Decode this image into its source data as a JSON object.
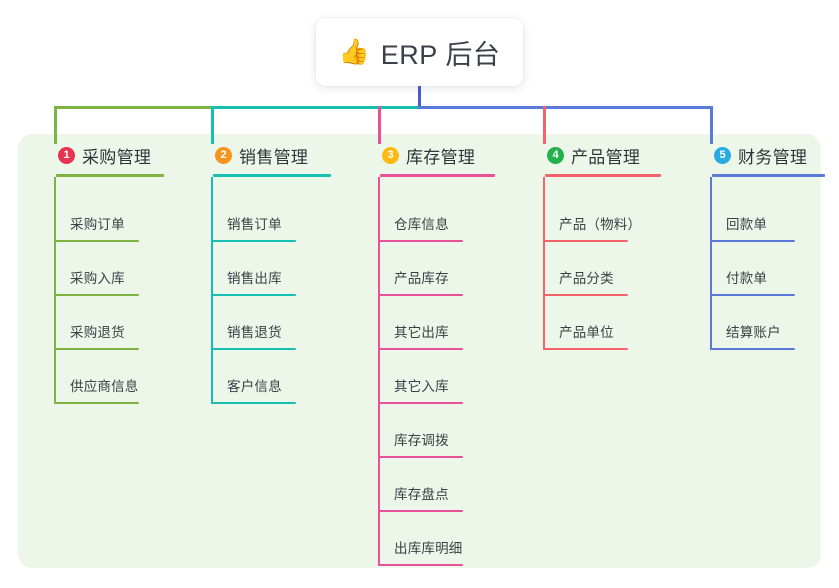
{
  "root": {
    "icon": "thumbs-up-icon",
    "icon_glyph": "👍",
    "title": "ERP 后台"
  },
  "colors": {
    "page_background": "#ffffff",
    "panel_background": "#edf7e9",
    "root_stem": "#4f5bc8",
    "branch_1_line": "#7cb342",
    "branch_2_line": "#17bfb0",
    "branch_3_line": "#e8519a",
    "branch_4_line": "#f4626a",
    "branch_5_line": "#5a79d8",
    "badge_1": "#e8344e",
    "badge_2": "#f7941e",
    "badge_3": "#fdb913",
    "badge_4": "#22b14c",
    "badge_5": "#29abe2",
    "title_text": "#30353c",
    "leaf_text": "#3a4047"
  },
  "branches": [
    {
      "number": "1",
      "title": "采购管理",
      "line_color": "#7cb342",
      "badge_color": "#e8344e",
      "leaves": [
        {
          "label": "采购订单"
        },
        {
          "label": "采购入库"
        },
        {
          "label": "采购退货"
        },
        {
          "label": "供应商信息"
        }
      ]
    },
    {
      "number": "2",
      "title": "销售管理",
      "line_color": "#17bfb0",
      "badge_color": "#f7941e",
      "leaves": [
        {
          "label": "销售订单"
        },
        {
          "label": "销售出库"
        },
        {
          "label": "销售退货"
        },
        {
          "label": "客户信息"
        }
      ]
    },
    {
      "number": "3",
      "title": "库存管理",
      "line_color": "#e8519a",
      "badge_color": "#fdb913",
      "leaves": [
        {
          "label": "仓库信息"
        },
        {
          "label": "产品库存"
        },
        {
          "label": "其它出库"
        },
        {
          "label": "其它入库"
        },
        {
          "label": "库存调拨"
        },
        {
          "label": "库存盘点"
        },
        {
          "label": "出库库明细"
        }
      ]
    },
    {
      "number": "4",
      "title": "产品管理",
      "line_color": "#f4626a",
      "badge_color": "#22b14c",
      "leaves": [
        {
          "label": "产品（物料）"
        },
        {
          "label": "产品分类"
        },
        {
          "label": "产品单位"
        }
      ]
    },
    {
      "number": "5",
      "title": "财务管理",
      "line_color": "#5a79d8",
      "badge_color": "#29abe2",
      "leaves": [
        {
          "label": "回款单"
        },
        {
          "label": "付款单"
        },
        {
          "label": "结算账户"
        }
      ]
    }
  ]
}
